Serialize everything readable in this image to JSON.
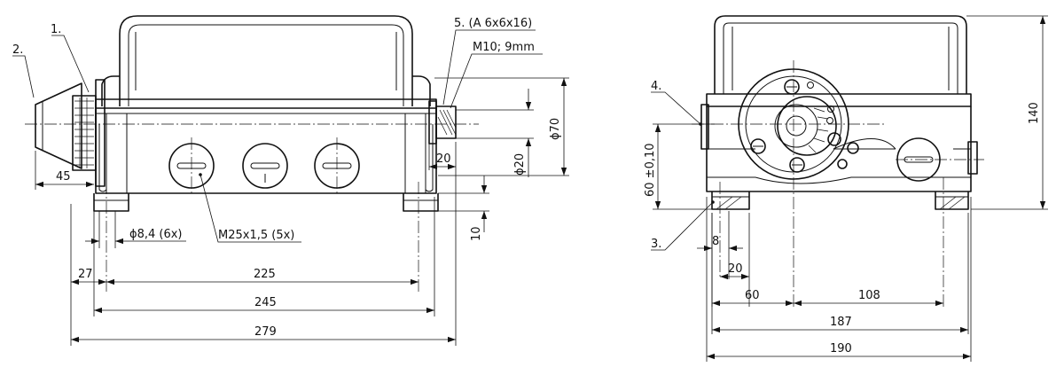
{
  "callouts": {
    "c1": "1.",
    "c2": "2.",
    "c3": "3.",
    "c4": "4.",
    "c5": "5. (A 6x6x16)",
    "shaft_thread": "M10; 9mm",
    "gland_thread": "M25x1,5 (5x)",
    "hole_dia": "ϕ8,4 (6x)"
  },
  "left_view": {
    "dim_45": "45",
    "dim_27": "27",
    "dim_225": "225",
    "dim_245": "245",
    "dim_279": "279",
    "dim_20": "20",
    "dim_10": "10",
    "dia_20": "ϕ20",
    "dia_70": "ϕ70"
  },
  "right_view": {
    "dim_8": "8",
    "dim_20": "20",
    "dim_60": "60",
    "dim_108": "108",
    "dim_187": "187",
    "dim_190": "190",
    "dim_140": "140",
    "dim_60_tol": "60 ±0,10"
  }
}
